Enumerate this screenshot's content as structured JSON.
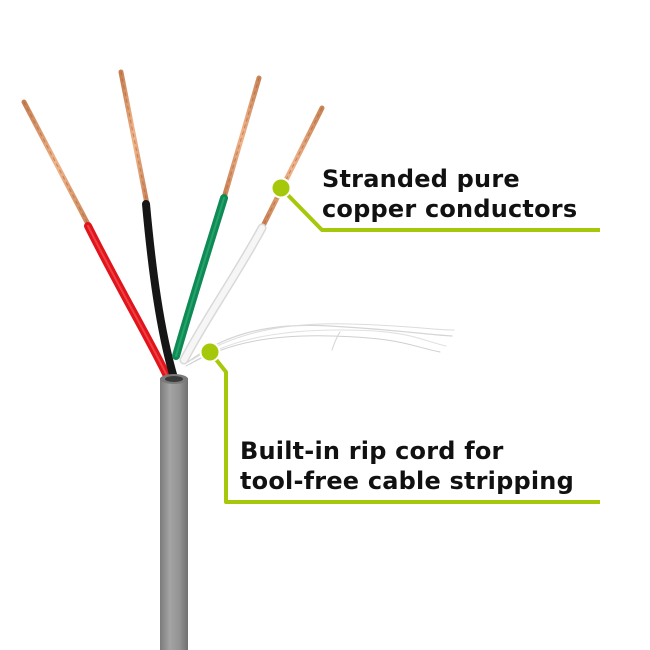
{
  "callouts": {
    "conductors": {
      "line1": "Stranded pure",
      "line2": "copper conductors"
    },
    "ripcord": {
      "line1": "Built-in rip cord for",
      "line2": "tool-free cable stripping"
    }
  },
  "colors": {
    "accent": "#a6c80a",
    "jacket": "#8f8f8f",
    "copper": "#d89a6c",
    "wire_red": "#e0141b",
    "wire_black": "#161616",
    "wire_green": "#0f8a55",
    "wire_white": "#f2f2f2"
  }
}
